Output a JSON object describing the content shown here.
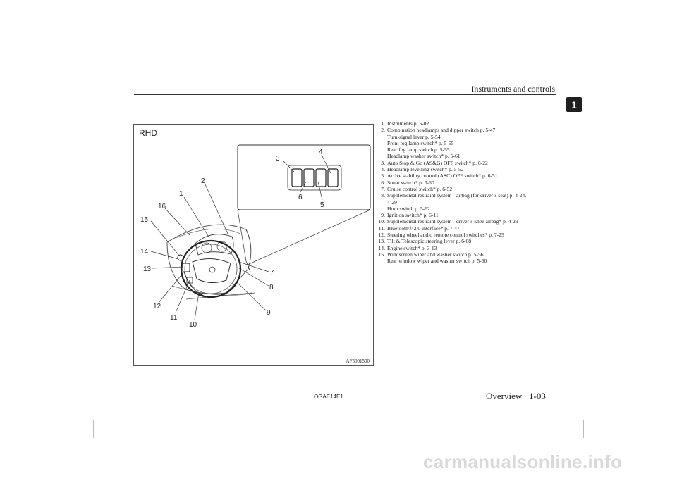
{
  "header": {
    "section_title": "Instruments and controls",
    "chapter_tab": "1"
  },
  "figure": {
    "side_label": "RHD",
    "figure_code": "AF5001500",
    "callouts": [
      "1",
      "2",
      "3",
      "4",
      "5",
      "6",
      "7",
      "8",
      "9",
      "10",
      "11",
      "12",
      "13",
      "14",
      "15",
      "16"
    ]
  },
  "legend": {
    "items": [
      {
        "num": "1.",
        "lines": [
          "Instruments p. 5-02"
        ]
      },
      {
        "num": "2.",
        "lines": [
          "Combination headlamps and dipper switch p. 5-47",
          "Turn-signal lever p. 5-54",
          "Front fog lamp switch* p. 5-55",
          "Rear fog lamp switch p. 5-55",
          "Headlamp washer switch* p. 5-61"
        ]
      },
      {
        "num": "3.",
        "lines": [
          "Auto Stop & Go (AS&G) OFF switch* p. 6-22"
        ]
      },
      {
        "num": "4.",
        "lines": [
          "Headlamp levelling switch* p. 5-52"
        ]
      },
      {
        "num": "5.",
        "lines": [
          "Active stability control (ASC) OFF switch* p. 6-51"
        ]
      },
      {
        "num": "6.",
        "lines": [
          "Sonar switch* p. 6-60"
        ]
      },
      {
        "num": "7.",
        "lines": [
          "Cruise control switch* p. 6-52"
        ]
      },
      {
        "num": "8.",
        "lines": [
          "Supplemental restraint system - airbag (for driver’s seat) p. 4-24,",
          "4-29",
          "Horn switch p. 5-62"
        ]
      },
      {
        "num": "9.",
        "lines": [
          "Ignition switch* p. 6-11"
        ]
      },
      {
        "num": "10.",
        "lines": [
          "Supplemental restraint system - driver’s knee airbag* p. 4-29"
        ]
      },
      {
        "num": "11.",
        "lines": [
          "Bluetooth® 2.0 interface* p. 7-47"
        ]
      },
      {
        "num": "12.",
        "lines": [
          "Steering wheel audio remote control switches* p. 7-25"
        ]
      },
      {
        "num": "13.",
        "lines": [
          "Tilt & Telescopic steering lever p. 6-08"
        ]
      },
      {
        "num": "14.",
        "lines": [
          "Engine switch* p. 3-13"
        ]
      },
      {
        "num": "15.",
        "lines": [
          "Windscreen wiper and washer switch p. 5-56",
          "Rear window wiper and washer switch p. 5-60"
        ]
      }
    ]
  },
  "footer": {
    "doc_code": "OGAE14E1",
    "section": "Overview",
    "page": "1-03"
  },
  "watermark": "carmanualsonline.info"
}
